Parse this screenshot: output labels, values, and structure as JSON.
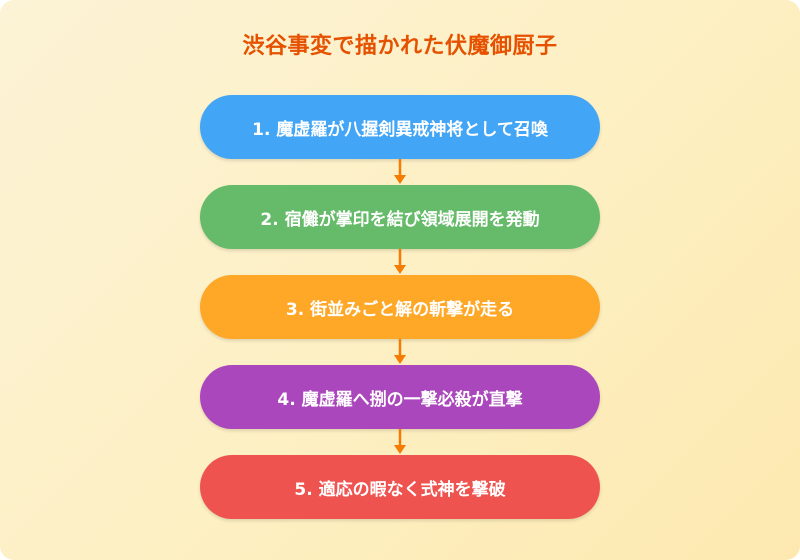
{
  "title": "渋谷事変で描かれた伏魔御厨子",
  "steps": [
    {
      "label": "1. 魔虚羅が八握剣異戒神将として召喚",
      "color": "#42a5f5"
    },
    {
      "label": "2. 宿儺が掌印を結び領域展開を発動",
      "color": "#66bb6a"
    },
    {
      "label": "3. 街並みごと解の斬撃が走る",
      "color": "#ffa726"
    },
    {
      "label": "4. 魔虚羅へ捌の一撃必殺が直撃",
      "color": "#ab47bc"
    },
    {
      "label": "5. 適応の暇なく式神を撃破",
      "color": "#ef5350"
    }
  ],
  "arrow_color": "#f57c00"
}
